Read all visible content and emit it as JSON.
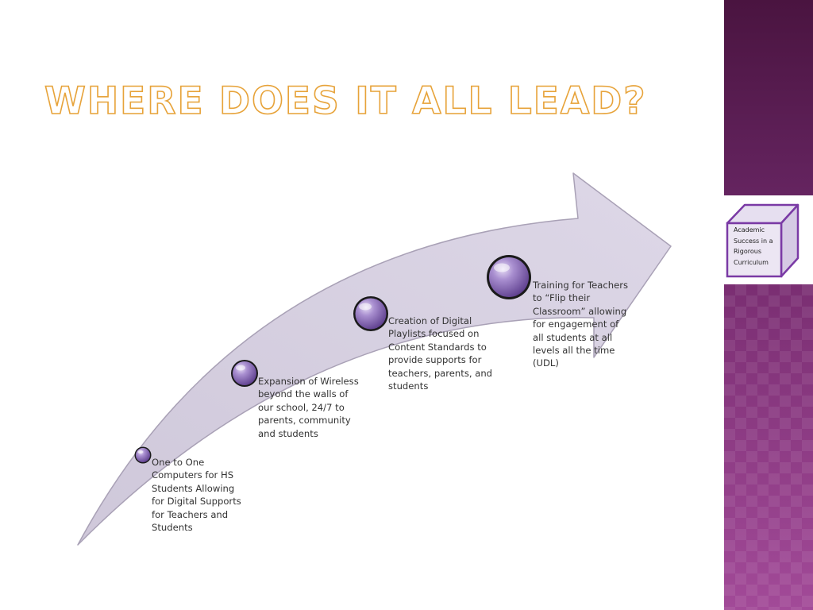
{
  "slide": {
    "title": "WHERE DOES IT ALL LEAD?"
  },
  "sidebar": {
    "cube_label": "Academic\nSuccess in a\nRigorous\nCurriculum"
  },
  "steps": [
    {
      "text": "One to One\nComputers for HS\nStudents Allowing\nfor Digital Supports\nfor Teachers and\nStudents"
    },
    {
      "text": "Expansion of Wireless\nbeyond the walls of\nour school, 24/7 to\nparents, community\nand students"
    },
    {
      "text": "Creation of Digital\nPlaylists focused on\nContent Standards to\nprovide supports for\nteachers, parents, and\nstudents"
    },
    {
      "text": "Training for Teachers\nto “Flip their\nClassroom” allowing\nfor engagement of\nall students at all\nlevels all the time\n(UDL)"
    }
  ],
  "colors": {
    "title_outline": "#e7a33a",
    "arrow_fill": "#d6d0e0",
    "arrow_stroke": "#a9a1b6",
    "bubble": "#8b6ab8",
    "sidebar_dark": "#4a1440",
    "sidebar_pattern": "#8c3a82",
    "cube": "#7a3aa5"
  }
}
